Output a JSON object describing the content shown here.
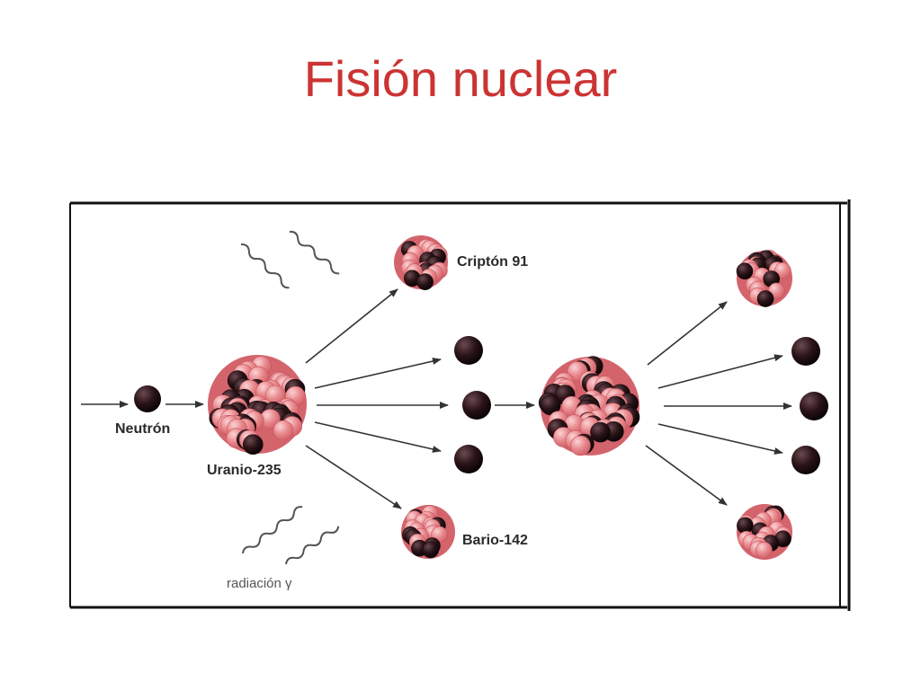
{
  "title": "Fisión nuclear",
  "colors": {
    "title": "#cc3333",
    "proton": "#e88a8e",
    "proton_dark": "#d4646c",
    "neutron": "#2a1418",
    "arrow": "#333333",
    "frame": "#111111",
    "wave": "#555555"
  },
  "labels": {
    "neutron": "Neutrón",
    "uranium": "Uranio-235",
    "krypton": "Criptón 91",
    "barium": "Bario-142",
    "radiation": "radiación γ"
  }
}
